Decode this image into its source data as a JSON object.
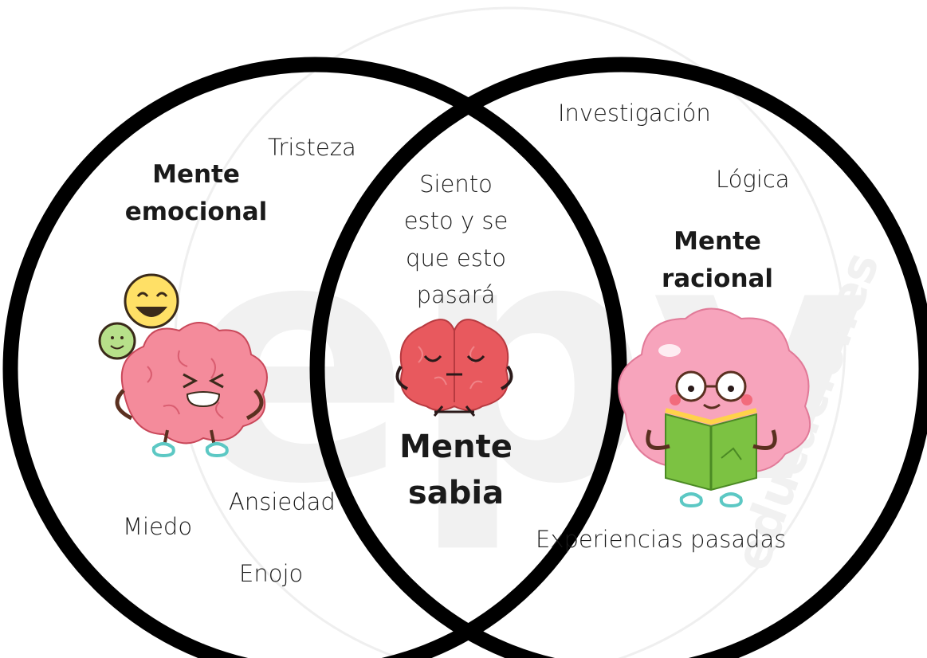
{
  "diagram": {
    "left_circle": {
      "title_line1": "Mente",
      "title_line2": "emocional",
      "words": [
        "Tristeza",
        "Ansiedad",
        "Miedo",
        "Enojo"
      ]
    },
    "right_circle": {
      "title_line1": "Mente",
      "title_line2": "racional",
      "words": [
        "Investigación",
        "Lógica",
        "Experiencias pasadas"
      ]
    },
    "intersection": {
      "text_lines": [
        "Siento",
        "esto y se",
        "que esto",
        "pasará"
      ],
      "title_line1": "Mente",
      "title_line2": "sabia"
    },
    "watermark_text": "epv educaciones"
  },
  "colors": {
    "outline": "#000000",
    "brain_pink": "#f48b9b",
    "brain_red": "#e8595e",
    "book_green": "#7cc242",
    "smiley_yellow": "#ffe066",
    "smiley_green": "#b7e08a",
    "smiley_orange": "#f6b98a",
    "shoe_teal": "#5cc8c4",
    "watermark": "#eeeeee"
  }
}
